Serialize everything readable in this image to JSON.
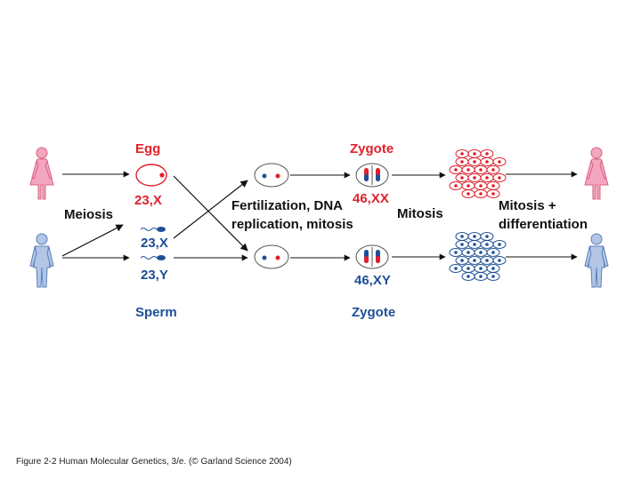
{
  "labels": {
    "egg": "Egg",
    "egg_karyotype": "23,X",
    "meiosis": "Meiosis",
    "sperm_x": "23,X",
    "sperm_y": "23,Y",
    "sperm": "Sperm",
    "fertilization_line1": "Fertilization, DNA",
    "fertilization_line2": "replication, mitosis",
    "zygote_top": "Zygote",
    "zygote_xx": "46,XX",
    "mitosis": "Mitosis",
    "zygote_xy": "46,XY",
    "zygote_bottom": "Zygote",
    "mitosis_diff_line1": "Mitosis +",
    "mitosis_diff_line2": "differentiation"
  },
  "caption": "Figure 2-2  Human Molecular Genetics, 3/e.  (© Garland Science 2004)",
  "colors": {
    "female": "#f4a6c0",
    "female_stroke": "#d9607e",
    "male": "#b3c6e6",
    "male_stroke": "#5b7fb8",
    "red": "#e0202c",
    "blue": "#1e4f96",
    "text": "#111111"
  },
  "icons": [
    "female-figure-icon",
    "male-figure-icon",
    "egg-cell-icon",
    "sperm-icon",
    "cell-icon",
    "cell-cluster-icon"
  ]
}
